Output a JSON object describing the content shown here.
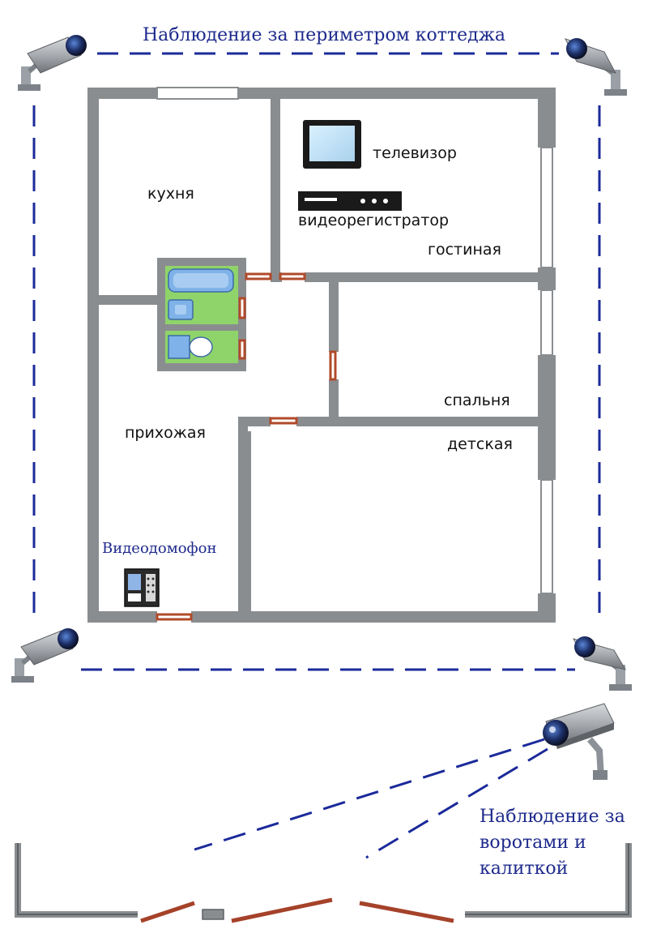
{
  "diagram": {
    "perimeter_title": "Наблюдение за периметром коттеджа",
    "gate_title_lines": [
      "Наблюдение за",
      "воротами и",
      "калиткой"
    ],
    "rooms": {
      "kitchen": "кухня",
      "living_room": "гостиная",
      "bedroom": "спальня",
      "nursery": "детская",
      "hallway": "прихожая"
    },
    "devices": {
      "tv": "телевизор",
      "dvr": "видеорегистратор",
      "intercom": "Видеодомофон"
    },
    "colors": {
      "perimeter_line": "#1b2a9a",
      "wall": "#8a8d90",
      "door": "#b04a2a",
      "title": "#1e2a8c",
      "bath_floor": "#8fd46a",
      "fixture": "#7fb2e8"
    },
    "icons": [
      "camera-icon",
      "tv-icon",
      "dvr-icon",
      "intercom-icon",
      "bathtub-icon",
      "toilet-icon",
      "sink-icon"
    ]
  }
}
